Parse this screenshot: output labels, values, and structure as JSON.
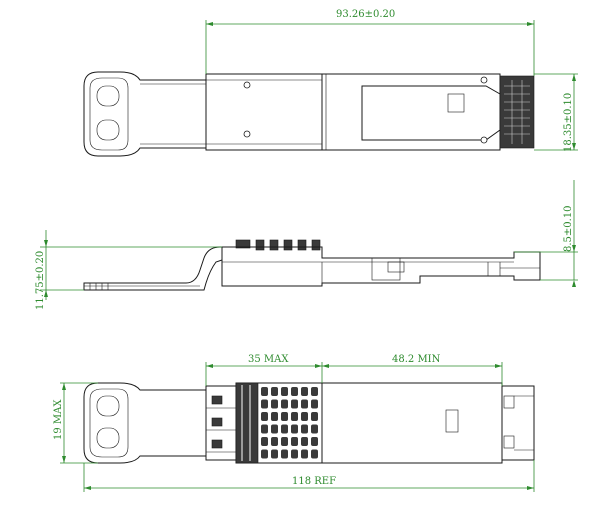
{
  "colors": {
    "outline": "#1a1a1a",
    "dimension": "#2e8b2e",
    "background": "#ffffff"
  },
  "dimensions": {
    "top_length": "93.26±0.20",
    "top_width": "18.35±0.10",
    "side_height": "8.5±0.10",
    "side_bail_height": "11.75±0.20",
    "bottom_max_a": "35 MAX",
    "bottom_min_b": "48.2 MIN",
    "bottom_height": "19 MAX",
    "bottom_ref": "118 REF"
  }
}
